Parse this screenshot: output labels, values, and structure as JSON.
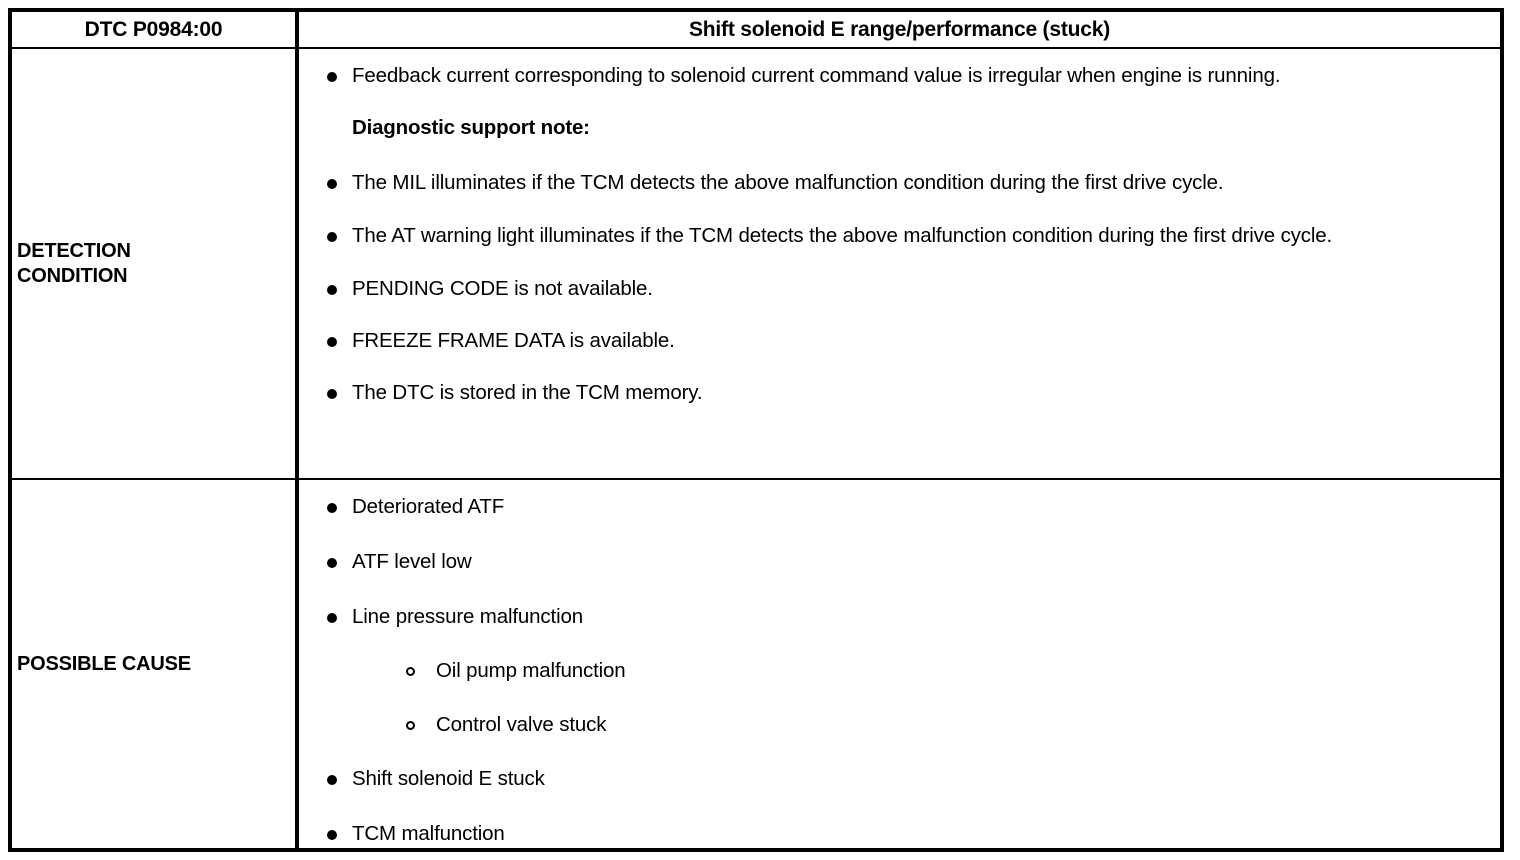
{
  "document": {
    "type": "dtc-diagnostic-table",
    "colors": {
      "text": "#000000",
      "background": "#ffffff",
      "border": "#000000"
    }
  },
  "table": {
    "header": {
      "code_label": "DTC P0984:00",
      "title": "Shift solenoid E range/performance (stuck)"
    },
    "rows": [
      {
        "label": "DETECTION\nCONDITION",
        "items": [
          {
            "level": 1,
            "marker": "filled-bullet",
            "text": "Feedback current corresponding to solenoid current command value is irregular when engine is running."
          },
          {
            "level": 0,
            "marker": "none",
            "bold": true,
            "text": "Diagnostic support note:"
          },
          {
            "level": 1,
            "marker": "filled-bullet",
            "text": "The MIL illuminates if the TCM detects the above malfunction condition during the first drive cycle."
          },
          {
            "level": 1,
            "marker": "filled-bullet",
            "text": "The AT warning light illuminates if the TCM detects the above malfunction condition during the first drive cycle."
          },
          {
            "level": 1,
            "marker": "filled-bullet",
            "text": "PENDING CODE is not available."
          },
          {
            "level": 1,
            "marker": "filled-bullet",
            "text": "FREEZE FRAME DATA is available."
          },
          {
            "level": 1,
            "marker": "filled-bullet",
            "text": "The DTC is stored in the TCM memory."
          }
        ]
      },
      {
        "label": "POSSIBLE CAUSE",
        "items": [
          {
            "level": 1,
            "marker": "filled-bullet",
            "text": "Deteriorated ATF"
          },
          {
            "level": 1,
            "marker": "filled-bullet",
            "text": "ATF level low"
          },
          {
            "level": 1,
            "marker": "filled-bullet",
            "text": "Line pressure malfunction"
          },
          {
            "level": 2,
            "marker": "hollow-bullet",
            "text": "Oil pump malfunction"
          },
          {
            "level": 2,
            "marker": "hollow-bullet",
            "text": "Control valve stuck"
          },
          {
            "level": 1,
            "marker": "filled-bullet",
            "text": "Shift solenoid E stuck"
          },
          {
            "level": 1,
            "marker": "filled-bullet",
            "text": "TCM malfunction"
          }
        ]
      }
    ]
  }
}
